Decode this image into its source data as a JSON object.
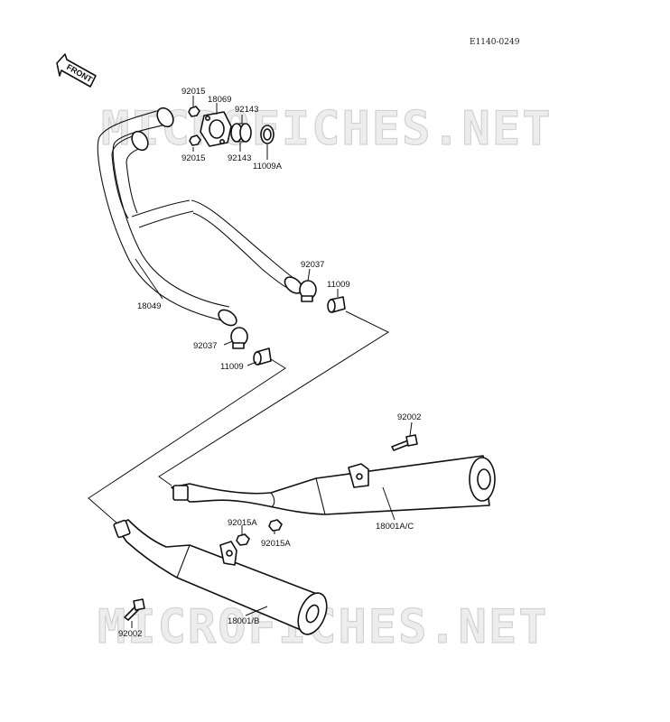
{
  "drawing_code": "E1140-0249",
  "front_label": "FRONT",
  "watermark": "MICROFICHES.NET",
  "part_labels": {
    "p92015_top": "92015",
    "p18069": "18069",
    "p92143_top": "92143",
    "p92015_bottom": "92015",
    "p92143_bottom": "92143",
    "p11009A": "11009A",
    "p92037_right": "92037",
    "p11009_right": "11009",
    "p18049": "18049",
    "p92037_left": "92037",
    "p11009_left": "11009",
    "p92002_right": "92002",
    "p18001AC": "18001A/C",
    "p92015A_left": "92015A",
    "p92015A_right": "92015A",
    "p18001B": "18001/B",
    "p92002_left": "92002"
  }
}
